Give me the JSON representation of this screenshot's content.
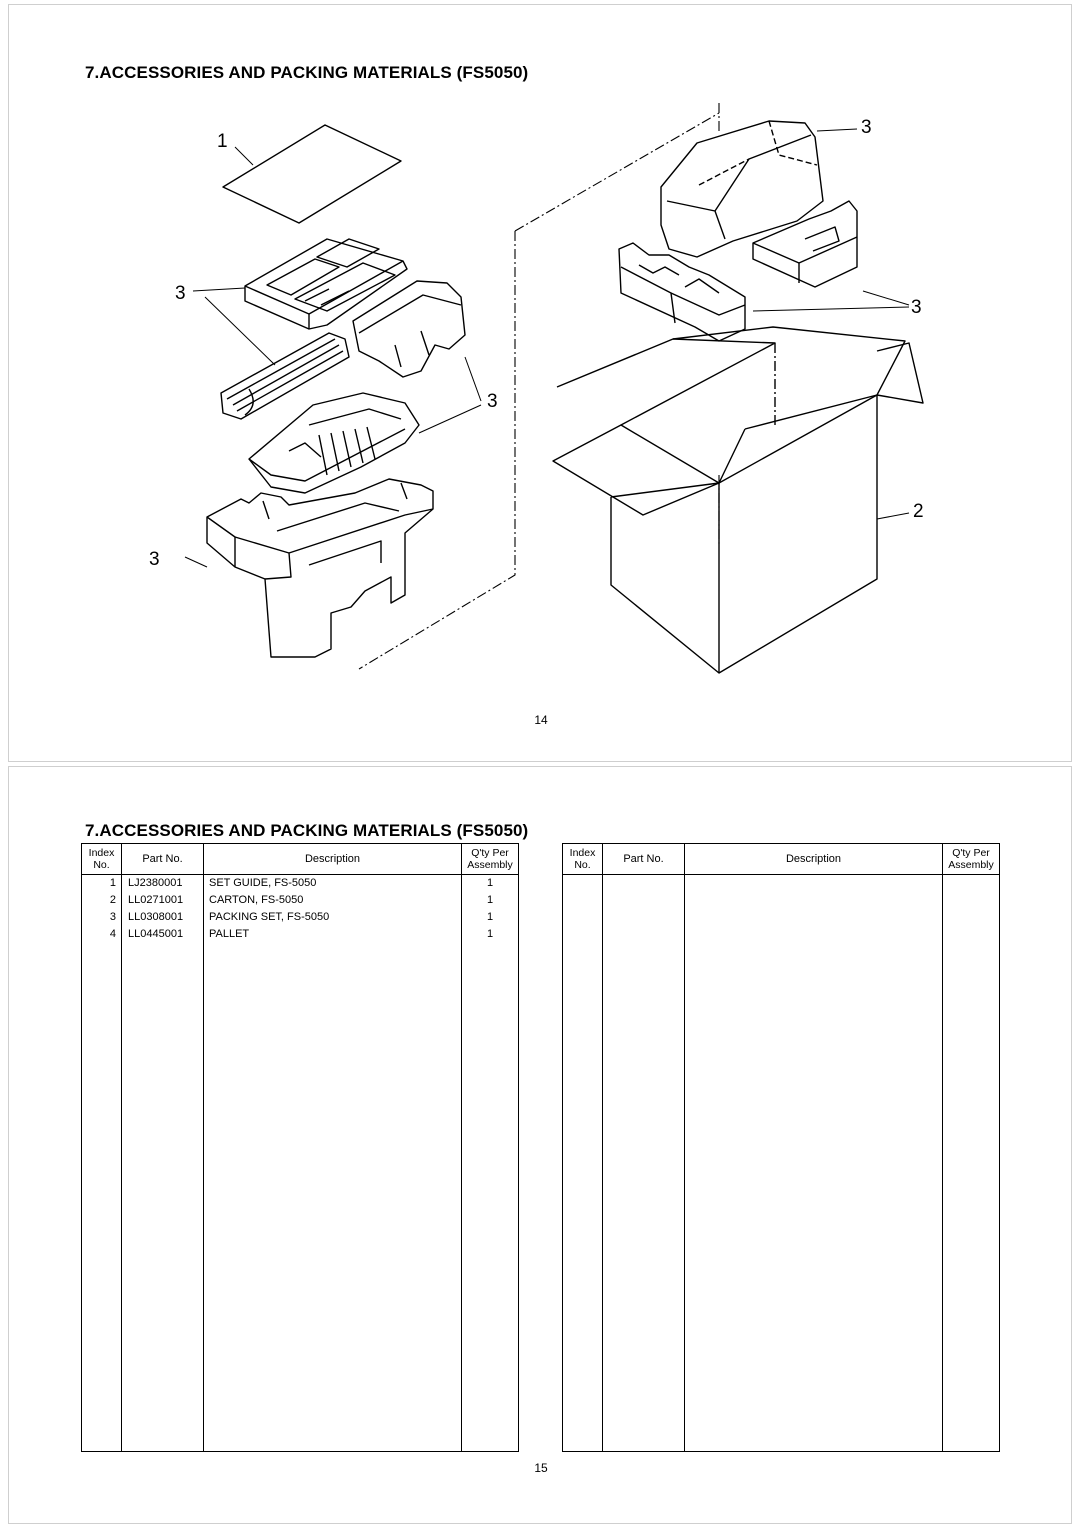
{
  "page_top": {
    "heading": "7.ACCESSORIES AND PACKING MATERIALS (FS5050)",
    "page_number": "14",
    "callouts": [
      "1",
      "3",
      "3",
      "3",
      "3",
      "3",
      "2"
    ]
  },
  "page_bottom": {
    "heading": "7.ACCESSORIES AND PACKING MATERIALS (FS5050)",
    "page_number": "15",
    "columns": {
      "index_line1": "Index",
      "index_line2": "No.",
      "part_no": "Part No.",
      "description": "Description",
      "qty_line1": "Q'ty Per",
      "qty_line2": "Assembly"
    },
    "parts": [
      {
        "index": "1",
        "part_no": "LJ2380001",
        "description": "SET GUIDE, FS-5050",
        "qty": "1"
      },
      {
        "index": "2",
        "part_no": "LL0271001",
        "description": "CARTON, FS-5050",
        "qty": "1"
      },
      {
        "index": "3",
        "part_no": "LL0308001",
        "description": "PACKING SET, FS-5050",
        "qty": "1"
      },
      {
        "index": "4",
        "part_no": "LL0445001",
        "description": "PALLET",
        "qty": "1"
      }
    ]
  }
}
